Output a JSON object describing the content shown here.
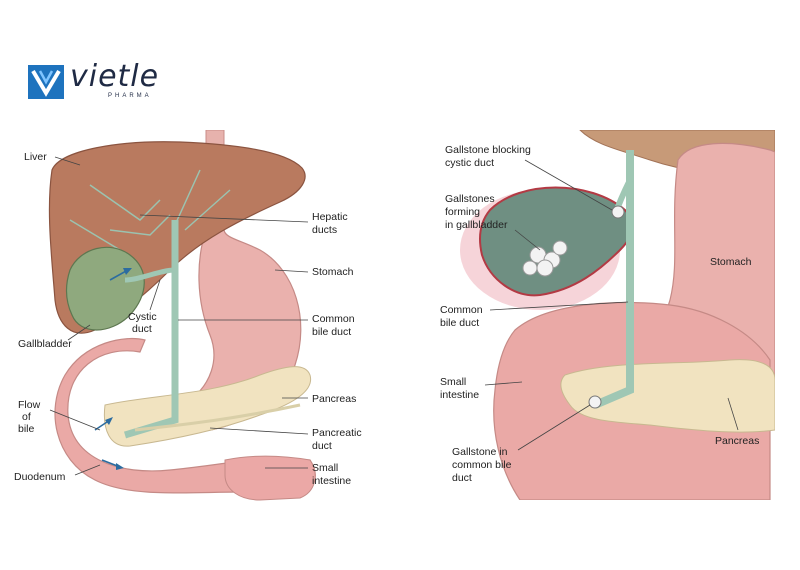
{
  "logo": {
    "wordmark": "vietle",
    "sub": "PHARMA"
  },
  "left_diagram": {
    "liver": "Liver",
    "hepatic_ducts": [
      "Hepatic",
      "ducts"
    ],
    "stomach": "Stomach",
    "cystic_duct": [
      "Cystic",
      "duct"
    ],
    "common_bile_duct": [
      "Common",
      "bile duct"
    ],
    "gallbladder": "Gallbladder",
    "pancreas": "Pancreas",
    "flow_of_bile": [
      "Flow",
      "of",
      "bile"
    ],
    "pancreatic_duct": [
      "Pancreatic",
      "duct"
    ],
    "duodenum": "Duodenum",
    "small_intestine": [
      "Small",
      "intestine"
    ]
  },
  "right_diagram": {
    "gallstone_blocking": [
      "Gallstone blocking",
      "cystic duct"
    ],
    "gallstones_forming": [
      "Gallstones",
      "forming",
      "in gallbladder"
    ],
    "stomach": "Stomach",
    "common_bile_duct": [
      "Common",
      "bile duct"
    ],
    "small_intestine": [
      "Small",
      "intestine"
    ],
    "gallstone_common": [
      "Gallstone in",
      "common bile",
      "duct"
    ],
    "pancreas": "Pancreas"
  },
  "colors": {
    "liver": "#b97a5f",
    "stomach": "#e8a9a5",
    "bile_duct": "#9fc7b4",
    "pancreas": "#f1e3bf",
    "gallbladder": "#8faa7e"
  }
}
